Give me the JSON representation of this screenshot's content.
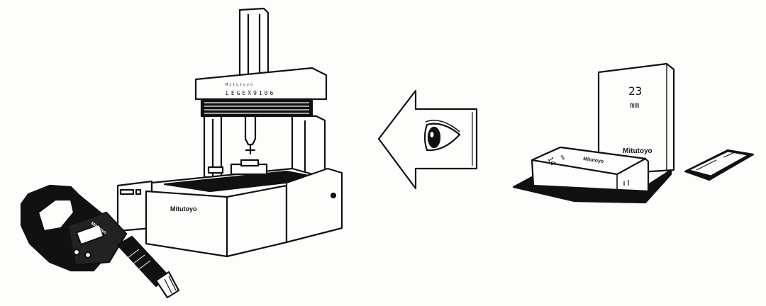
{
  "cmm": {
    "brand": "Mitutoyo",
    "model": "LEGEX9106",
    "bridge_text": "Mitutoyo"
  },
  "micrometer": {
    "brand": "Mitutoyo"
  },
  "gauge_block_large": {
    "size": "23",
    "unit": "mm",
    "brand": "Mitutoyo"
  },
  "gauge_block_small": {
    "size": "14",
    "unit": "mm",
    "brand": "Mitutoyo"
  },
  "colors": {
    "ink": "#111111",
    "paper": "#fdfdfc"
  }
}
